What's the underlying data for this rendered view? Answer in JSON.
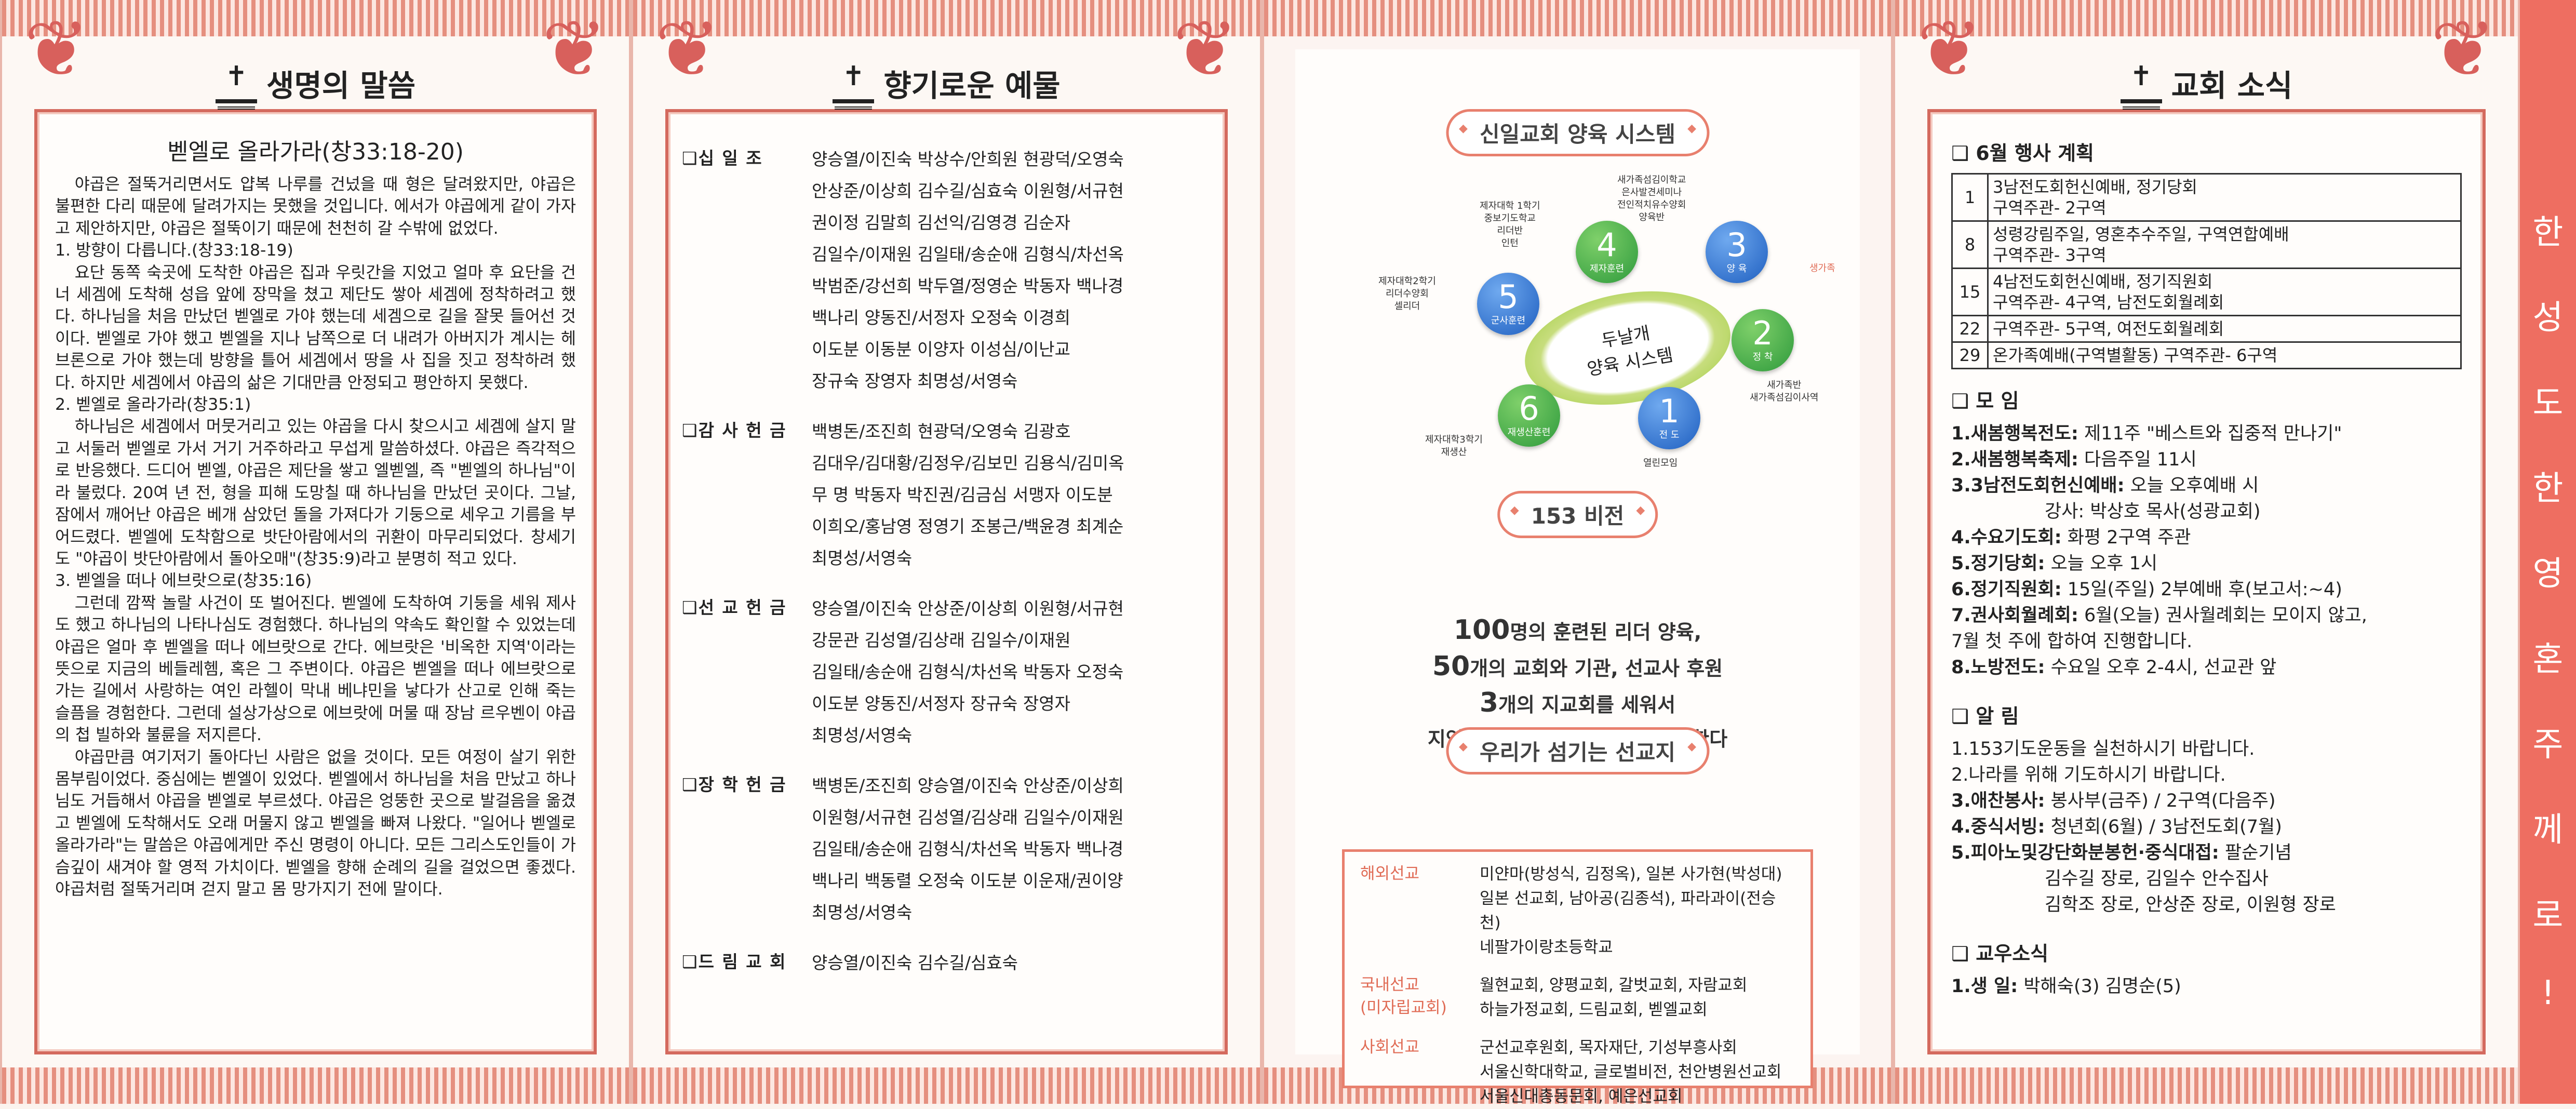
{
  "panel1": {
    "header": "생명의 말씀",
    "title": "벧엘로 올라가라(창33:18-20)",
    "paragraphs": [
      {
        "text": "야곱은 절뚝거리면서도 얍복 나루를 건넜을 때 형은 달려왔지만, 야곱은 불편한 다리 때문에 달려가지는 못했을 것입니다. 에서가 야곱에게 같이 가자고 제안하지만, 야곱은 절뚝이기 때문에 천천히 갈 수밖에 없었다.",
        "indent": true
      },
      {
        "text": "1. 방향이 다릅니다.(창33:18-19)",
        "indent": false
      },
      {
        "text": "요단 동쪽 숙곳에 도착한 야곱은 집과 우릿간을 지었고 얼마 후 요단을 건너 세겜에 도착해 성읍 앞에 장막을 쳤고 제단도 쌓아 세겜에 정착하려고 했다. 하나님을 처음 만났던 벧엘로 가야 했는데 세겜으로 길을 잘못 들어선 것이다. 벧엘로 가야 했고 벧엘을 지나 남쪽으로 더 내려가 아버지가 계시는 헤브론으로 가야 했는데 방향을 틀어 세겜에서 땅을 사 집을 짓고 정착하려 했다. 하지만 세겜에서 야곱의 삶은 기대만큼 안정되고 평안하지 못했다.",
        "indent": true
      },
      {
        "text": "2. 벧엘로 올라가라(창35:1)",
        "indent": false
      },
      {
        "text": "하나님은 세겜에서 머뭇거리고 있는 야곱을 다시 찾으시고 세겜에 살지 말고 서둘러 벧엘로 가서 거기 거주하라고 무섭게 말씀하셨다. 야곱은 즉각적으로 반응했다. 드디어 벧엘, 야곱은 제단을 쌓고 엘벧엘, 즉 \"벧엘의 하나님\"이라 불렀다. 20여 년 전, 형을 피해 도망칠 때 하나님을 만났던 곳이다. 그날, 잠에서 깨어난 야곱은 베개 삼았던 돌을 가져다가 기둥으로 세우고 기름을 부어드렸다. 벧엘에 도착함으로 밧단아람에서의 귀환이 마무리되었다. 창세기도 \"야곱이 밧단아람에서 돌아오매\"(창35:9)라고 분명히 적고 있다.",
        "indent": true
      },
      {
        "text": "3. 벧엘을 떠나 에브랏으로(창35:16)",
        "indent": false
      },
      {
        "text": "그런데 깜짝 놀랄 사건이 또 벌어진다. 벧엘에 도착하여 기둥을 세워 제사도 했고 하나님의 나타나심도 경험했다. 하나님의 약속도 확인할 수 있었는데 야곱은 얼마 후 벧엘을 떠나 에브랏으로 간다. 에브랏은 '비옥한 지역'이라는 뜻으로 지금의 베들레헴, 혹은 그 주변이다. 야곱은 벧엘을 떠나 에브랏으로 가는 길에서 사랑하는 여인 라헬이 막내 베냐민을 낳다가 산고로 인해 죽는 슬픔을 경험한다. 그런데 설상가상으로 에브랏에 머물 때 장남 르우벤이 야곱의 첩 빌하와 불륜을 저지른다.",
        "indent": true
      },
      {
        "text": "야곱만큼 여기저기 돌아다닌 사람은 없을 것이다. 모든 여정이 살기 위한 몸부림이었다. 중심에는 벧엘이 있었다. 벧엘에서 하나님을 처음 만났고 하나님도 거듭해서 야곱을 벧엘로 부르셨다. 야곱은 엉뚱한 곳으로 발걸음을 옮겼고 벧엘에 도착해서도 오래 머물지 않고 벧엘을 빠져 나왔다. \"일어나 벧엘로 올라가라\"는 말씀은 야곱에게만 주신 명령이 아니다. 모든 그리스도인들이 가슴깊이 새겨야 할 영적 가치이다. 벧엘을 향해 순례의 길을 걸었으면 좋겠다. 야곱처럼 절뚝거리며 걷지 말고 몸 망가지기 전에 말이다.",
        "indent": true
      }
    ]
  },
  "panel2": {
    "header": "향기로운 예물",
    "groups": [
      {
        "label": "❑십 일 조",
        "lines": [
          "양승열/이진숙 박상수/안희원 현광덕/오영숙",
          "안상준/이상희 김수길/심효숙 이원형/서규현",
          "권이정 김말희 김선익/김영경 김순자",
          "김일수/이재원 김일태/송순애 김형식/차선옥",
          "박범준/강선희 박두열/정영순 박동자 백나경",
          "백나리 양동진/서정자 오정숙 이경희",
          "이도분 이동분 이양자 이성심/이난교",
          "장규숙 장영자 최명성/서영숙"
        ]
      },
      {
        "label": "❑감 사 헌 금",
        "lines": [
          "백병돈/조진희 현광덕/오영숙 김광호",
          "김대우/김대황/김정우/김보민 김용식/김미옥",
          "무 명 박동자 박진권/김금심 서맹자 이도분",
          "이희오/홍남영 정영기 조봉근/백윤경 최계순",
          "최명성/서영숙"
        ]
      },
      {
        "label": "❑선 교 헌 금",
        "lines": [
          "양승열/이진숙 안상준/이상희 이원형/서규현",
          "강문관 김성열/김상래 김일수/이재원",
          "김일태/송순애 김형식/차선옥 박동자 오정숙",
          "이도분 양동진/서정자 장규숙 장영자",
          "최명성/서영숙"
        ]
      },
      {
        "label": "❑장 학 헌 금",
        "lines": [
          "백병돈/조진희 양승열/이진숙 안상준/이상희",
          "이원형/서규현 김성열/김상래 김일수/이재원",
          "김일태/송순애 김형식/차선옥 박동자 백나경",
          "백나리 백동렬 오정숙 이도분 이운재/권이양",
          "최명성/서영숙"
        ]
      },
      {
        "label": "❑드 림 교 회",
        "lines": [
          "양승열/이진숙 김수길/심효숙"
        ]
      }
    ]
  },
  "panel3": {
    "system_title": "신일교회 양육 시스템",
    "center": [
      "두날개",
      "양육 시스템"
    ],
    "circles": [
      {
        "num": "1",
        "label": "전 도",
        "caption": "열린모임"
      },
      {
        "num": "2",
        "label": "정 착",
        "caption": "새가족반\n새가족섬김이사역"
      },
      {
        "num": "3",
        "label": "양 육",
        "caption": "새가족섬김이학교\n은사발견세미나\n전인적치유수양회\n양육반"
      },
      {
        "num": "4",
        "label": "제자훈련",
        "caption": "제자대학 1학기\n중보기도학교\n리더반\n인턴"
      },
      {
        "num": "5",
        "label": "군사훈련",
        "caption": "제자대학2학기\n리더수양회\n셀리더"
      },
      {
        "num": "6",
        "label": "재생산훈련",
        "caption": "제자대학3학기\n재생산"
      }
    ],
    "side_label": "생가족",
    "vision_title": "153 비전",
    "vision_lines": [
      {
        "num": "100",
        "text": "명의 훈련된 리더 양육,"
      },
      {
        "num": "50",
        "text": "개의 교회와 기관, 선교사 후원"
      },
      {
        "num": "3",
        "text": "개의 지교회를 세워서"
      },
      {
        "num": "",
        "text": "지역과 민족과 세계 선교를 감당한다"
      }
    ],
    "mission_title": "우리가 섬기는 선교지",
    "missions": [
      {
        "category": "해외선교",
        "lines": [
          "미얀마(방성식, 김정옥), 일본 사가현(박성대)",
          "일본 선교회, 남아공(김종석), 파라과이(전승천)",
          "네팔가이랑초등학교"
        ]
      },
      {
        "category": "국내선교\n(미자립교회)",
        "lines": [
          "월현교회, 양평교회, 갈벗교회, 자람교회",
          "하늘가정교회, 드림교회, 벧엘교회"
        ]
      },
      {
        "category": "사회선교",
        "lines": [
          "군선교후원회, 목자재단, 기성부흥사회",
          "서울신학대학교, 글로벌비전, 천안병원선교회",
          "서울신대총동문회, 예은선교회"
        ]
      }
    ]
  },
  "panel4": {
    "header": "교회 소식",
    "schedule_title": "❑ 6월 행사 계획",
    "schedule": [
      {
        "day": "1",
        "lines": [
          "3남전도회헌신예배, 정기당회",
          "구역주관- 2구역"
        ]
      },
      {
        "day": "8",
        "lines": [
          "성령강림주일, 영혼추수주일, 구역연합예배",
          "구역주관- 3구역"
        ]
      },
      {
        "day": "15",
        "lines": [
          "4남전도회헌신예배, 정기직원회",
          "구역주관- 4구역, 남전도회월례회"
        ]
      },
      {
        "day": "22",
        "lines": [
          "구역주관- 5구역, 여전도회월례회"
        ]
      },
      {
        "day": "29",
        "lines": [
          "온가족예배(구역별활동) 구역주관- 6구역"
        ]
      }
    ],
    "gathering_title": "❑ 모 임",
    "gatherings": [
      {
        "label": "1.새봄행복전도:",
        "text": " 제11주 \"베스트와 집중적 만나기\""
      },
      {
        "label": "2.새봄행복축제:",
        "text": " 다음주일 11시"
      },
      {
        "label": "3.3남전도회헌신예배:",
        "text": " 오늘 오후예배 시"
      },
      {
        "label": "",
        "text": "강사: 박상호 목사(성광교회)"
      },
      {
        "label": "4.수요기도회:",
        "text": " 화평 2구역 주관"
      },
      {
        "label": "5.정기당회:",
        "text": " 오늘 오후 1시"
      },
      {
        "label": "6.정기직원회:",
        "text": " 15일(주일) 2부예배 후(보고서:~4)"
      },
      {
        "label": "7.권사회월례회:",
        "text": " 6월(오늘) 권사월례회는 모이지 않고,"
      },
      {
        "label": "",
        "text": "7월 첫 주에 합하여 진행합니다."
      },
      {
        "label": "8.노방전도:",
        "text": " 수요일 오후 2-4시, 선교관 앞"
      }
    ],
    "notice_title": "❑ 알 림",
    "notices": [
      {
        "label": "",
        "text": "1.153기도운동을 실천하시기 바랍니다."
      },
      {
        "label": "",
        "text": "2.나라를 위해 기도하시기 바랍니다."
      },
      {
        "label": "3.애찬봉사:",
        "text": " 봉사부(금주) / 2구역(다음주)"
      },
      {
        "label": "4.중식서빙:",
        "text": " 청년회(6월) / 3남전도회(7월)"
      },
      {
        "label": "5.피아노및강단화분봉헌·중식대접:",
        "text": " 팔순기념"
      },
      {
        "label": "",
        "text": "김수길 장로, 김일수 안수집사"
      },
      {
        "label": "",
        "text": "김학조 장로, 안상준 장로, 이원형 장로"
      }
    ],
    "member_title": "❑ 교우소식",
    "members": [
      {
        "label": "1.생  일:",
        "text": " 박해숙(3) 김명순(5)"
      }
    ]
  },
  "sidebar": [
    "한",
    "성",
    "도",
    "한",
    "영",
    "혼",
    "주",
    "께",
    "로",
    "!"
  ]
}
